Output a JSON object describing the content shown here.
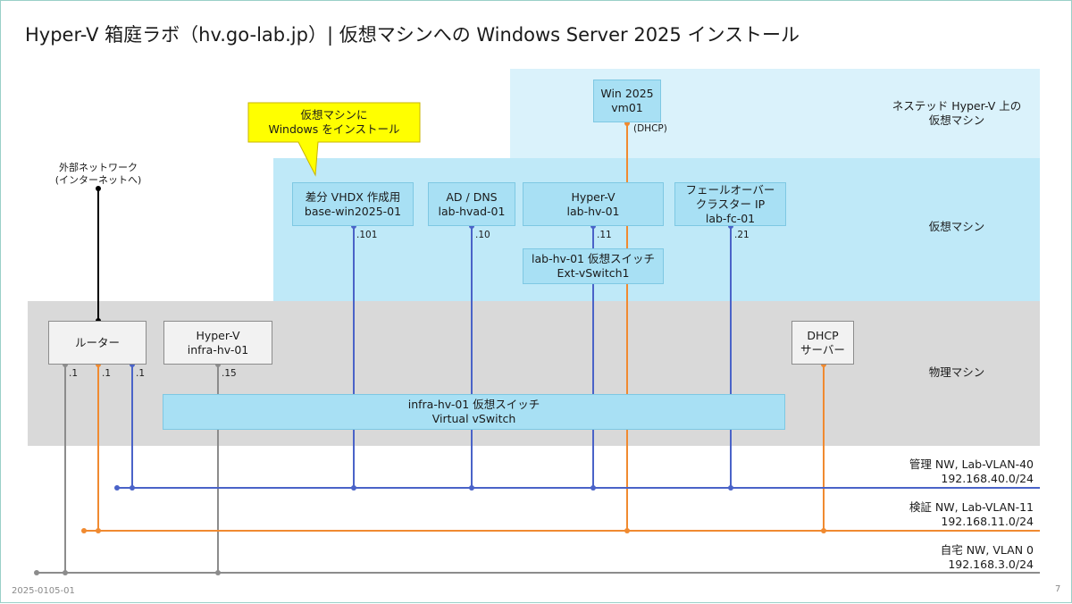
{
  "title": "Hyper-V 箱庭ラボ（hv.go-lab.jp）| 仮想マシンへの Windows Server 2025 インストール",
  "callout": "仮想マシンに\nWindows をインストール",
  "regions": {
    "nested": "ネステッド Hyper-V 上の\n仮想マシン",
    "vm": "仮想マシン",
    "physical": "物理マシン"
  },
  "nodes": {
    "win2025": "Win 2025\nvm01",
    "base": "差分 VHDX 作成用\nbase-win2025-01",
    "ad": "AD / DNS\nlab-hvad-01",
    "hyperv_lab": "Hyper-V\nlab-hv-01",
    "failover": "フェールオーバー\nクラスター IP\nlab-fc-01",
    "lab_switch": "lab-hv-01 仮想スイッチ\nExt-vSwitch1",
    "router": "ルーター",
    "hyperv_infra": "Hyper-V\ninfra-hv-01",
    "dhcp": "DHCP\nサーバー",
    "infra_switch": "infra-hv-01 仮想スイッチ\nVirtual vSwitch"
  },
  "external": "外部ネットワーク\n(インターネットへ)",
  "addresses": {
    "dhcp": "(DHCP)",
    "base": ".101",
    "ad": ".10",
    "hv": ".11",
    "fc": ".21",
    "router_gray": ".1",
    "router_orange": ".1",
    "router_blue": ".1",
    "infra": ".15"
  },
  "networks": {
    "mgmt": "管理 NW, Lab-VLAN-40\n192.168.40.0/24",
    "verify": "検証 NW, Lab-VLAN-11\n192.168.11.0/24",
    "home": "自宅 NW, VLAN 0\n192.168.3.0/24"
  },
  "footer_left": "2025-0105-01",
  "page_number": "7",
  "colors": {
    "mgmt_line": "#4a63c8",
    "verify_line": "#f08a30",
    "home_line": "#8c8c8c",
    "nested_bg": "#daf2fb",
    "vm_bg": "#bfe9f8",
    "physical_bg": "#d9d9d9",
    "callout_bg": "#ffff00"
  }
}
